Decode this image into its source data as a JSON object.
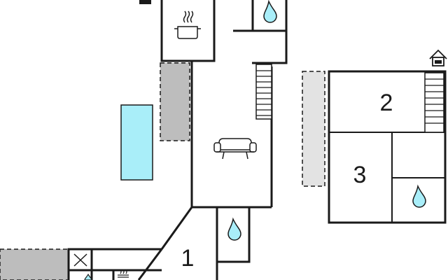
{
  "floor_plan": {
    "colors": {
      "wall": "#1a1a1a",
      "terrace": "#bdbdbd",
      "terrace_light": "#e3e3e3",
      "pool": "#a9eef9",
      "water_drop": "#a9eef9"
    },
    "room_labels": {
      "room_1": "1",
      "room_2": "2",
      "room_3": "3"
    },
    "icons": [
      "cooking-pot-icon",
      "water-drop-icon",
      "sofa-icon",
      "home-entrance-icon",
      "storage-box-icon",
      "heater-icon",
      "staircase"
    ]
  }
}
